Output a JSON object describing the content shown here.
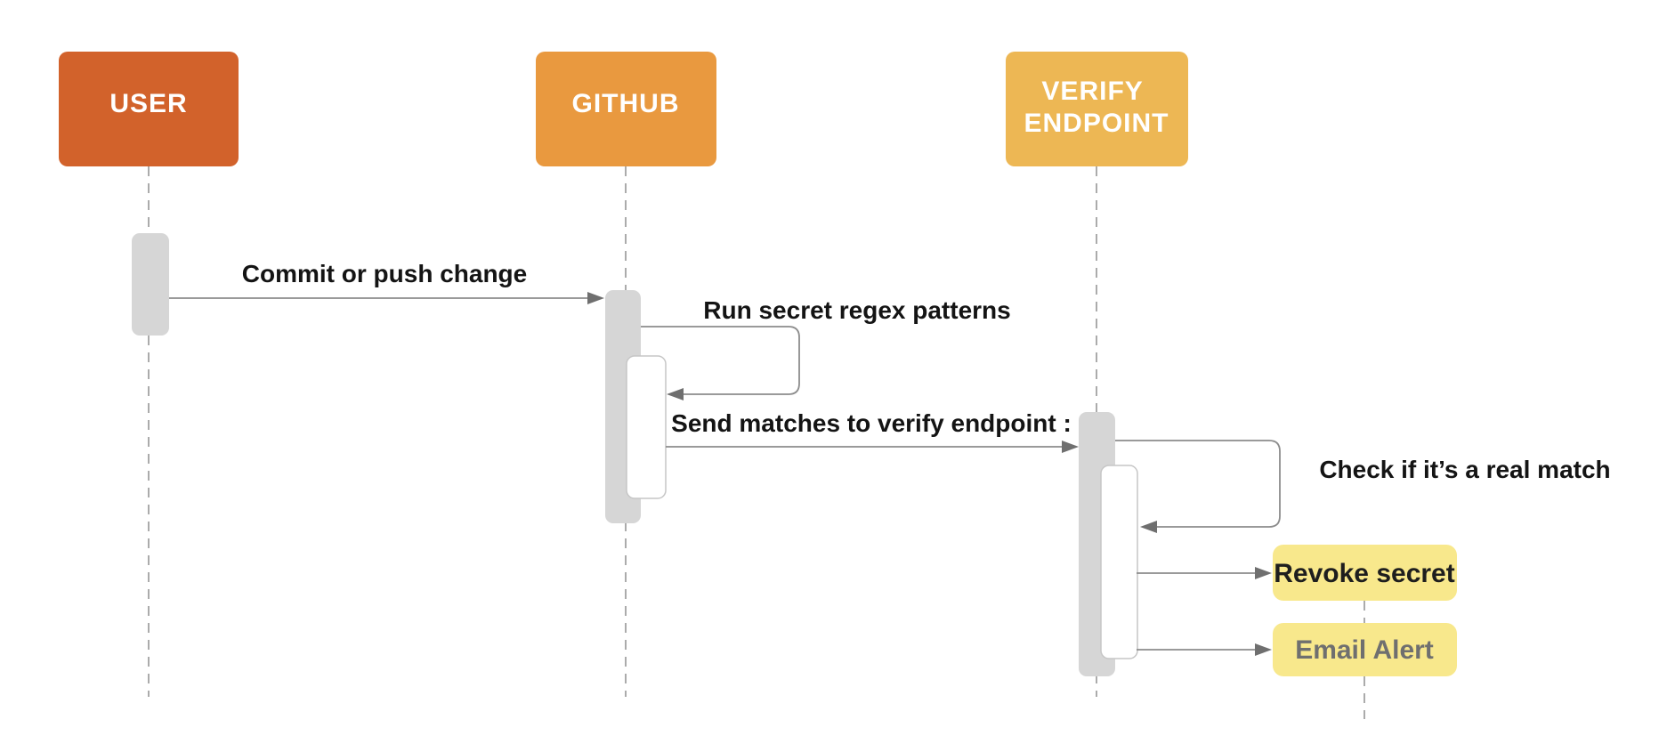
{
  "diagram": {
    "type": "sequence-diagram",
    "actors": [
      {
        "name": "USER",
        "color": "#D2622B",
        "text_color": "#FFFFFF"
      },
      {
        "name": "GITHUB",
        "color": "#E9993F",
        "text_color": "#FFFFFF"
      },
      {
        "name": "VERIFY ENDPOINT",
        "line1": "VERIFY",
        "line2": "ENDPOINT",
        "color": "#EDB754",
        "text_color": "#FFFFFF"
      }
    ],
    "messages": [
      {
        "type": "message",
        "from": "USER",
        "to": "GITHUB",
        "label": "Commit or push change"
      },
      {
        "type": "self-message",
        "actor": "GITHUB",
        "label": "Run secret regex patterns"
      },
      {
        "type": "message",
        "from": "GITHUB",
        "to": "VERIFY ENDPOINT",
        "label": "Send matches to verify endpoint :"
      },
      {
        "type": "self-message",
        "actor": "VERIFY ENDPOINT",
        "label": "Check if it’s a real match"
      },
      {
        "type": "message",
        "from": "VERIFY ENDPOINT",
        "to": "Revoke secret",
        "label": ""
      },
      {
        "type": "message",
        "from": "VERIFY ENDPOINT",
        "to": "Email Alert",
        "label": ""
      }
    ],
    "action_nodes": [
      {
        "label": "Revoke secret",
        "color": "#F8E88C",
        "text_color": "#1E1E1E"
      },
      {
        "label": "Email Alert",
        "color": "#F8E88C",
        "text_color": "#6F6F6F"
      }
    ],
    "colors": {
      "lifeline": "#ABABAB",
      "activation_bar": "#D6D6D6",
      "nested_activation_fill": "#FFFFFF",
      "activation_border": "#C6C6C6",
      "arrow_line": "#8C8C8C",
      "arrow_head": "#6F6F6F",
      "message_text": "#141414"
    }
  }
}
